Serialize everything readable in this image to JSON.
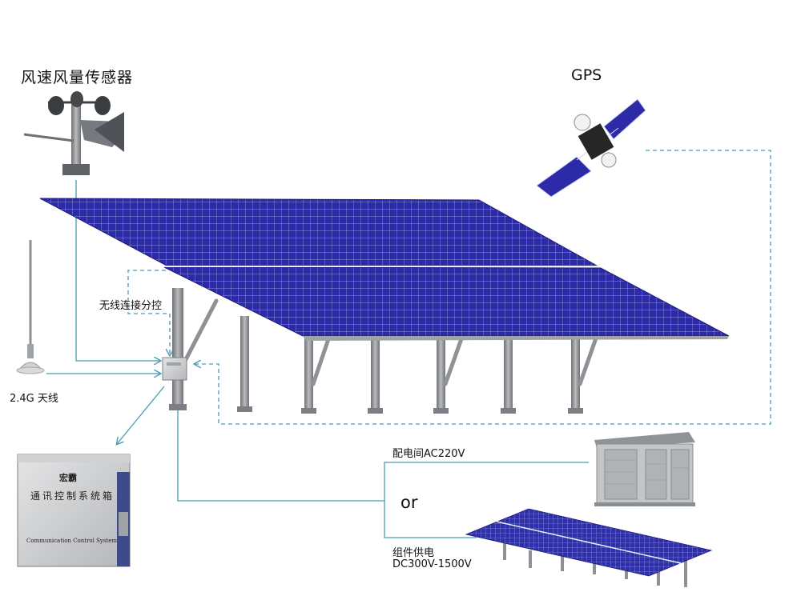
{
  "labels": {
    "wind_sensor": "风速风量传感器",
    "gps": "GPS",
    "wireless": "无线连接分控",
    "antenna": "2.4G 天线",
    "distribution_room": "配电间AC220V",
    "or": "or",
    "component_power": "组件供电",
    "dc_range": "DC300V-1500V"
  },
  "comm_box": {
    "brand": "宏霸",
    "title": "通讯控制系统箱",
    "subtitle": "Communication Control System"
  },
  "colors": {
    "line": "#4a9cb5",
    "panel": "#2d2aa8",
    "panel_grid": "#b8c4e8",
    "post": "#8f9195"
  },
  "icons": {
    "wind_sensor": "anemometer-icon",
    "gps": "satellite-icon",
    "antenna": "antenna-icon",
    "comm_box": "control-box-icon",
    "distribution_room": "substation-icon",
    "small_array": "solar-array-icon",
    "controller": "controller-box-icon"
  }
}
